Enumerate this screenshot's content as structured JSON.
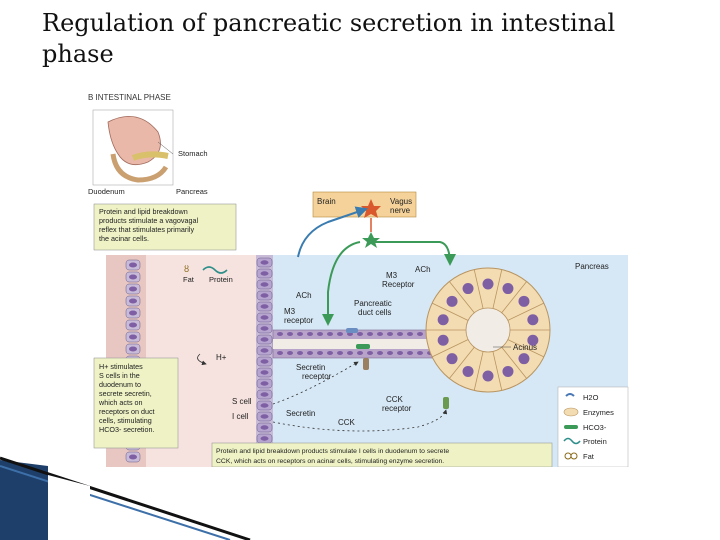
{
  "slide": {
    "title": "Regulation of pancreatic secretion in intestinal phase"
  },
  "figure": {
    "panel_label": "B  INTESTINAL PHASE",
    "inset": {
      "stomach": "Stomach",
      "duodenum": "Duodenum",
      "pancreas": "Pancreas"
    },
    "labels": {
      "brain": "Brain",
      "vagus": "Vagus",
      "nerve": "nerve",
      "pancreas": "Pancreas",
      "ach_top": "ACh",
      "m3_top": "M3",
      "receptor_top": "Receptor",
      "fat": "Fat",
      "protein": "Protein",
      "ach_mid": "ACh",
      "m3_mid": "M3",
      "receptor_mid": "receptor",
      "duct1": "Pancreatic",
      "duct2": "duct cells",
      "acinus": "Acinus",
      "hplus": "H+",
      "secretin1": "Secretin",
      "secretin2": "receptor",
      "scell": "S cell",
      "icell": "I cell",
      "secretin": "Secretin",
      "cck": "CCK",
      "cck_r1": "CCK",
      "cck_r2": "receptor"
    },
    "notes": {
      "vagal": [
        "Protein and lipid breakdown",
        "products stimulate a vagovagal",
        "reflex that stimulates primarily",
        "the acinar cells."
      ],
      "hplus": [
        "H+ stimulates",
        "S cells in the",
        "duodenum to",
        "secrete secretin,",
        "which acts on",
        "receptors on duct",
        "cells, stimulating",
        "HCO3- secretion."
      ],
      "bottom": [
        "Protein and lipid breakdown products stimulate I cells in duodenum to secrete",
        "CCK, which acts on receptors on acinar cells, stimulating enzyme secretion."
      ]
    },
    "legend": {
      "items": [
        "H2O",
        "Enzymes",
        "HCO3-",
        "Protein",
        "Fat"
      ]
    },
    "colors": {
      "lumen": "#e8c7c2",
      "epithelium": "#c8bbd8",
      "pancreas_bg": "#d6e8f6",
      "note_bg": "#eef2c4",
      "acinar_cell": "#f3dcb2",
      "nucleus": "#7f5fa4",
      "nerve_blue": "#3a7cb0",
      "nerve_green": "#3c9a58",
      "brain_box": "#f4d29a"
    }
  }
}
